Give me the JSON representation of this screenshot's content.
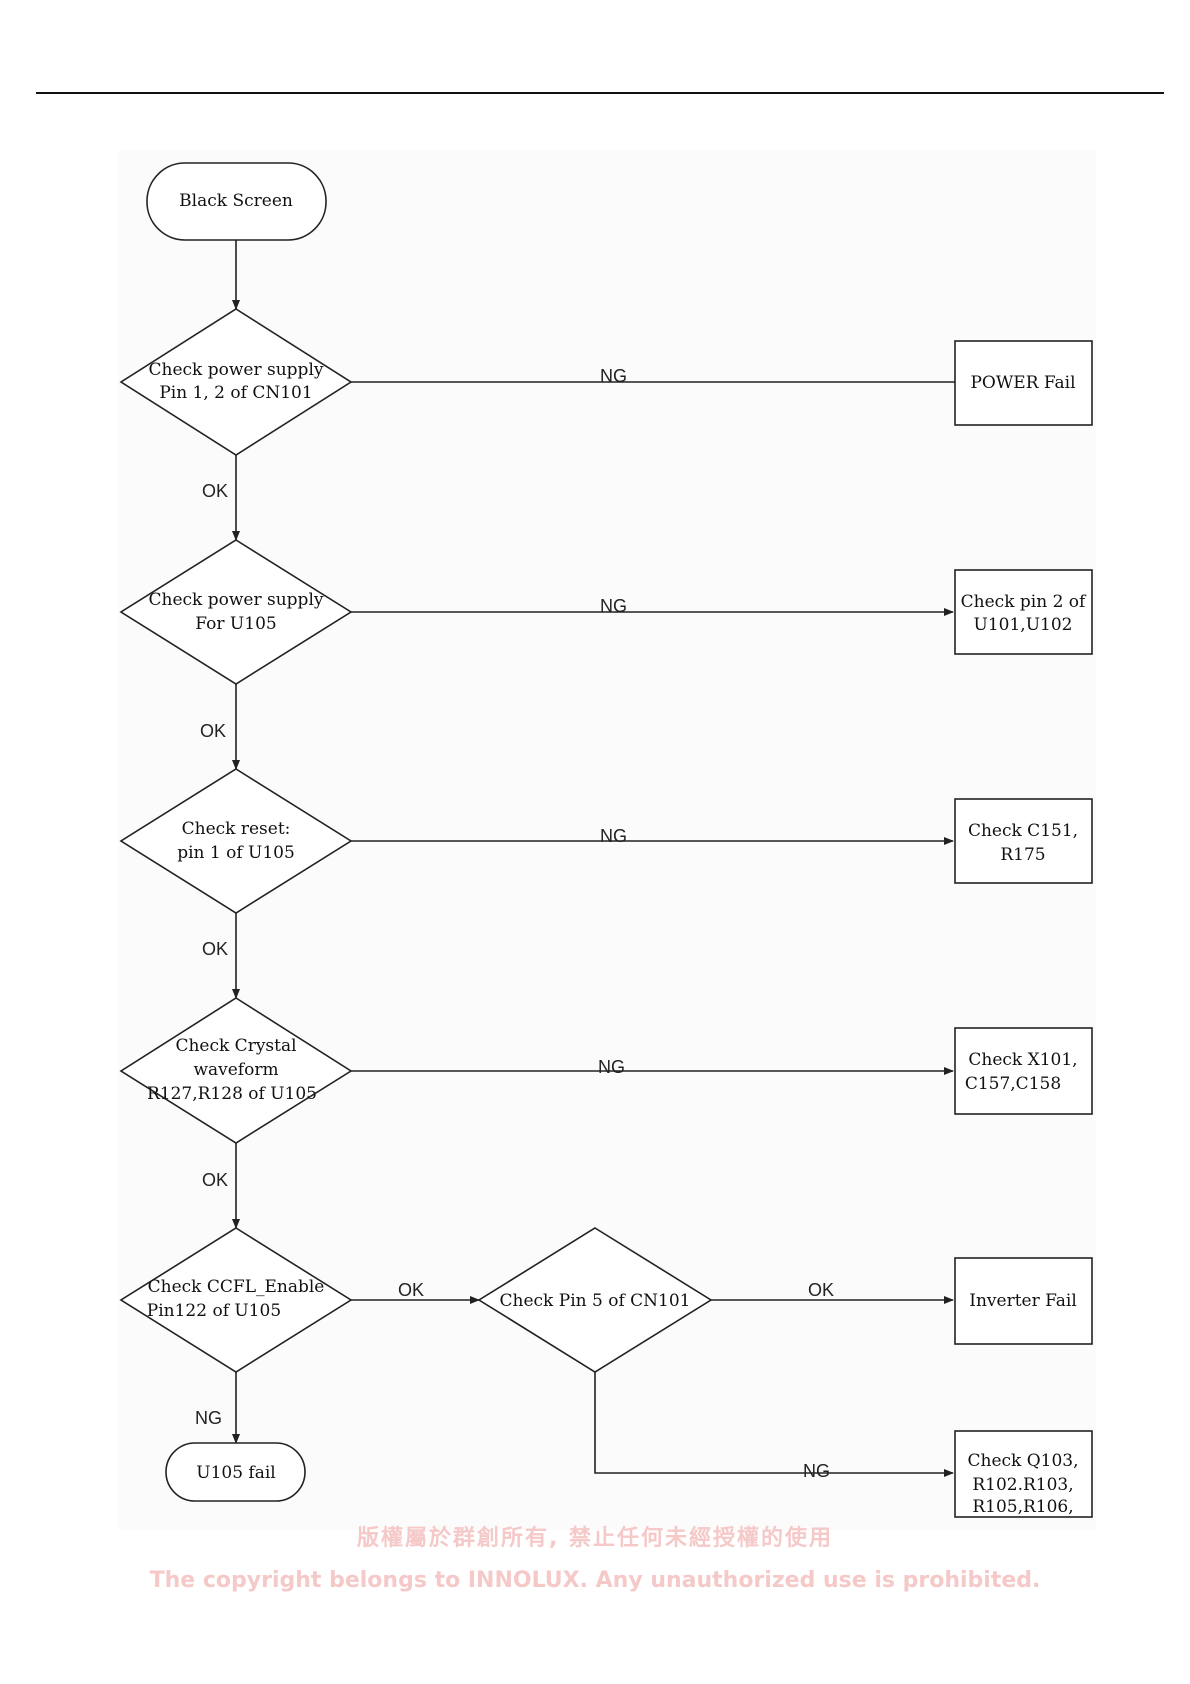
{
  "nodes": {
    "start": [
      "Black Screen"
    ],
    "check_power_cn101": [
      "Check power supply",
      "Pin 1, 2 of CN101"
    ],
    "power_fail": [
      "POWER Fail"
    ],
    "check_power_u105": [
      "Check power supply",
      "For U105"
    ],
    "check_pin2": [
      "Check pin 2 of",
      "U101,U102"
    ],
    "check_reset": [
      "Check reset:",
      "pin 1  of U105"
    ],
    "check_c151": [
      "Check C151,",
      "R175"
    ],
    "check_crystal": [
      "Check Crystal",
      "waveform",
      "R127,R128 of U105"
    ],
    "check_x101": [
      "Check X101,",
      "C157,C158"
    ],
    "check_ccfl": [
      "Check CCFL_Enable",
      "Pin122 of U105"
    ],
    "check_pin5": [
      "Check Pin 5 of CN101"
    ],
    "inverter_fail": [
      "Inverter Fail"
    ],
    "u105_fail": [
      "U105 fail"
    ],
    "check_q103": [
      "Check Q103,",
      "R102.R103,",
      "R105,R106,"
    ]
  },
  "edges": {
    "ok": "OK",
    "ng": "NG"
  },
  "watermark": {
    "chinese": "版權屬於群創所有, 禁止任何未經授權的使用",
    "english": "The copyright belongs to INNOLUX. Any unauthorized use is prohibited."
  }
}
